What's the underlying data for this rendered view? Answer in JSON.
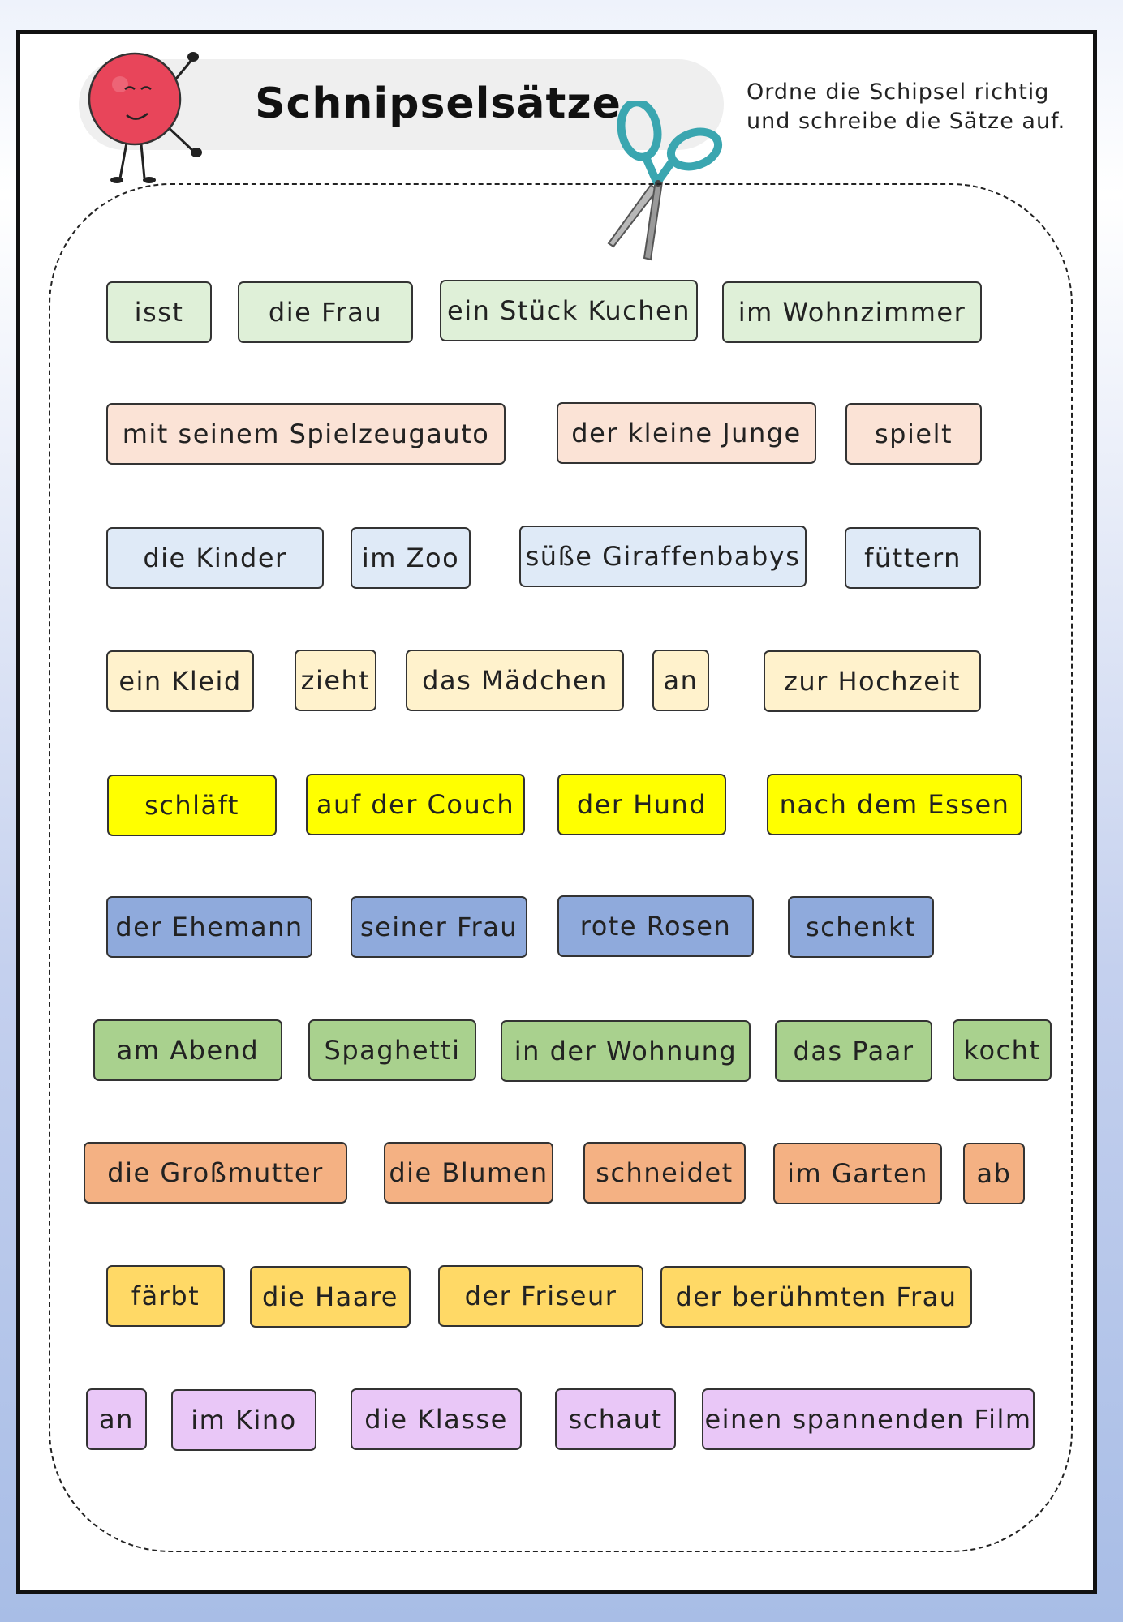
{
  "header": {
    "title": "Schnipselsätze",
    "instruction_line1": "Ordne die Schipsel richtig",
    "instruction_line2": "und schreibe die Sätze auf."
  },
  "colors": {
    "row1": "#dff0d8",
    "row2": "#fbe3d6",
    "row3": "#dfeaf7",
    "row4": "#fff2cc",
    "row5": "#ffff00",
    "row6": "#8faadc",
    "row7": "#a9d18e",
    "row8": "#f4b183",
    "row9": "#ffd966",
    "row10": "#e9c7f7",
    "mascot": "#e8455a",
    "scissors": "#3aa6b0"
  },
  "icons": {
    "mascot": "red-ball-character-icon",
    "scissors": "scissors-icon"
  },
  "rows": [
    [
      "isst",
      "die Frau",
      "ein Stück Kuchen",
      "im Wohnzimmer"
    ],
    [
      "mit seinem Spielzeugauto",
      "der kleine Junge",
      "spielt"
    ],
    [
      "die Kinder",
      "im Zoo",
      "süße Giraffenbabys",
      "füttern"
    ],
    [
      "ein Kleid",
      "zieht",
      "das Mädchen",
      "an",
      "zur Hochzeit"
    ],
    [
      "schläft",
      "auf der Couch",
      "der Hund",
      "nach dem Essen"
    ],
    [
      "der Ehemann",
      "seiner Frau",
      "rote Rosen",
      "schenkt"
    ],
    [
      "am Abend",
      "Spaghetti",
      "in der Wohnung",
      "das Paar",
      "kocht"
    ],
    [
      "die Großmutter",
      "die Blumen",
      "schneidet",
      "im Garten",
      "ab"
    ],
    [
      "färbt",
      "die Haare",
      "der Friseur",
      "der berühmten Frau"
    ],
    [
      "an",
      "im Kino",
      "die Klasse",
      "schaut",
      "einen spannenden Film"
    ]
  ]
}
